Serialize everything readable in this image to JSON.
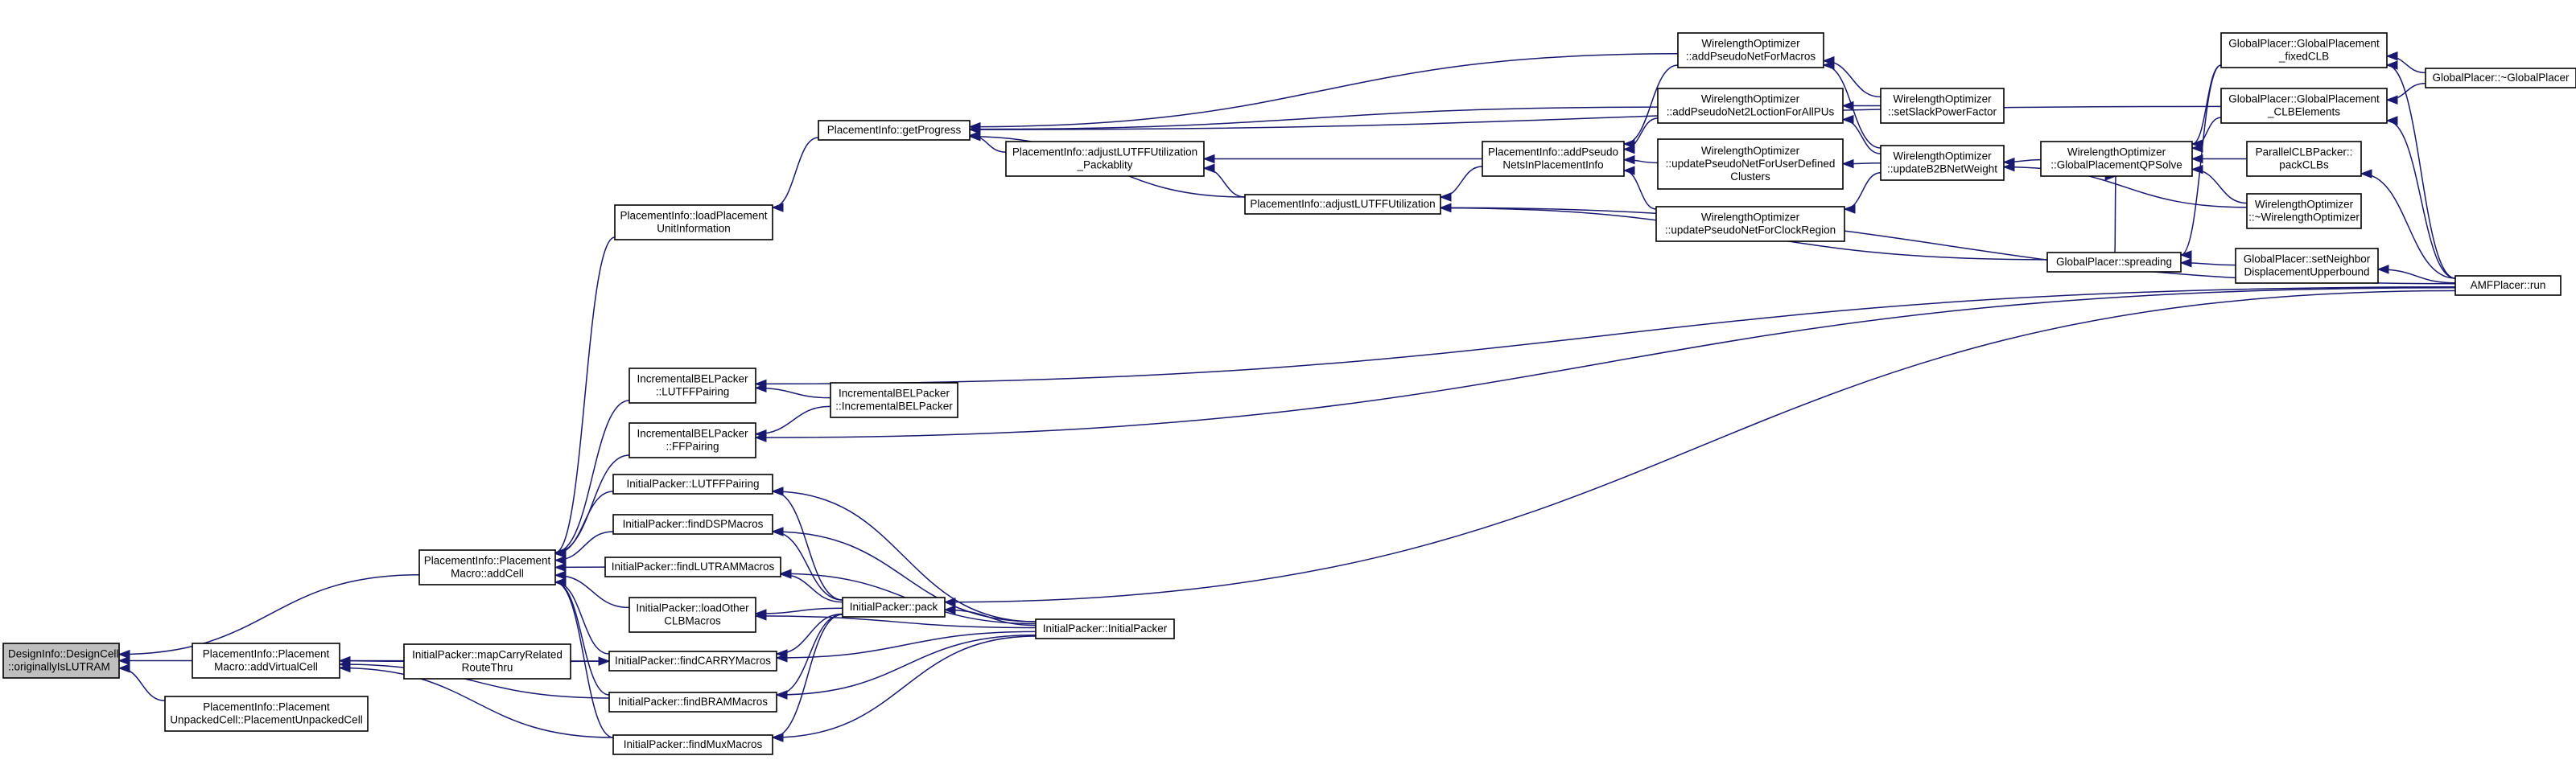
{
  "graph": {
    "title": "",
    "colors": {
      "edge": "#191970",
      "node_border": "#000000",
      "node_fill": "#ffffff",
      "root_fill": "#bfbfbf"
    },
    "nodes": [
      {
        "id": "n_root",
        "lines": [
          "DesignInfo::DesignCell",
          "::originallyIsLUTRAM"
        ],
        "root": true
      },
      {
        "id": "n_addVirtualCell",
        "lines": [
          "PlacementInfo::Placement",
          "Macro::addVirtualCell"
        ]
      },
      {
        "id": "n_unpackedCell",
        "lines": [
          "PlacementInfo::Placement",
          "UnpackedCell::PlacementUnpackedCell"
        ]
      },
      {
        "id": "n_addCell",
        "lines": [
          "PlacementInfo::Placement",
          "Macro::addCell"
        ]
      },
      {
        "id": "n_mapCarry",
        "lines": [
          "InitialPacker::mapCarryRelated",
          "RouteThru"
        ]
      },
      {
        "id": "n_loadPlacement",
        "lines": [
          "PlacementInfo::loadPlacement",
          "UnitInformation"
        ]
      },
      {
        "id": "n_lutffPairingInc",
        "lines": [
          "IncrementalBELPacker",
          "::LUTFFPairing"
        ]
      },
      {
        "id": "n_ffPairing",
        "lines": [
          "IncrementalBELPacker",
          "::FFPairing"
        ]
      },
      {
        "id": "n_lutffPairingInit",
        "lines": [
          "InitialPacker::LUTFFPairing"
        ]
      },
      {
        "id": "n_findDSP",
        "lines": [
          "InitialPacker::findDSPMacros"
        ]
      },
      {
        "id": "n_findLUTRAM",
        "lines": [
          "InitialPacker::findLUTRAMMacros"
        ]
      },
      {
        "id": "n_loadOther",
        "lines": [
          "InitialPacker::loadOther",
          "CLBMacros"
        ]
      },
      {
        "id": "n_findCARRY",
        "lines": [
          "InitialPacker::findCARRYMacros"
        ]
      },
      {
        "id": "n_findBRAM",
        "lines": [
          "InitialPacker::findBRAMMacros"
        ]
      },
      {
        "id": "n_findMux",
        "lines": [
          "InitialPacker::findMuxMacros"
        ]
      },
      {
        "id": "n_incBELPacker",
        "lines": [
          "IncrementalBELPacker",
          "::IncrementalBELPacker"
        ]
      },
      {
        "id": "n_pack",
        "lines": [
          "InitialPacker::pack"
        ]
      },
      {
        "id": "n_initPacker",
        "lines": [
          "InitialPacker::InitialPacker"
        ]
      },
      {
        "id": "n_getProgress",
        "lines": [
          "PlacementInfo::getProgress"
        ]
      },
      {
        "id": "n_adjustPack",
        "lines": [
          "PlacementInfo::adjustLUTFFUtilization",
          "_Packablity"
        ]
      },
      {
        "id": "n_adjust",
        "lines": [
          "PlacementInfo::adjustLUTFFUtilization"
        ]
      },
      {
        "id": "n_addPseudoNets",
        "lines": [
          "PlacementInfo::addPseudo",
          "NetsInPlacementInfo"
        ]
      },
      {
        "id": "n_wlMacros",
        "lines": [
          "WirelengthOptimizer",
          "::addPseudoNetForMacros"
        ]
      },
      {
        "id": "n_wlIPUs",
        "lines": [
          "WirelengthOptimizer",
          "::addPseudoNet2LoctionForAllPUs"
        ]
      },
      {
        "id": "n_wlUserDef",
        "lines": [
          "WirelengthOptimizer",
          "::updatePseudoNetForUserDefined",
          "Clusters"
        ]
      },
      {
        "id": "n_wlClock",
        "lines": [
          "WirelengthOptimizer",
          "::updatePseudoNetForClockRegion"
        ]
      },
      {
        "id": "n_wlSlack",
        "lines": [
          "WirelengthOptimizer",
          "::setSlackPowerFactor"
        ]
      },
      {
        "id": "n_wlB2B",
        "lines": [
          "WirelengthOptimizer",
          "::updateB2BNetWeight"
        ]
      },
      {
        "id": "n_wlQP",
        "lines": [
          "WirelengthOptimizer",
          "::GlobalPlacementQPSolve"
        ]
      },
      {
        "id": "n_spreading",
        "lines": [
          "GlobalPlacer::spreading"
        ]
      },
      {
        "id": "n_setNeighbor",
        "lines": [
          "GlobalPlacer::setNeighbor",
          "DisplacementUpperbound"
        ]
      },
      {
        "id": "n_fixedCLB",
        "lines": [
          "GlobalPlacer::GlobalPlacement",
          "_fixedCLB"
        ]
      },
      {
        "id": "n_clbElements",
        "lines": [
          "GlobalPlacer::GlobalPlacement",
          "_CLBElements"
        ]
      },
      {
        "id": "n_parallelCLB",
        "lines": [
          "ParallelCLBPacker::",
          "packCLBs"
        ]
      },
      {
        "id": "n_wlDtor",
        "lines": [
          "WirelengthOptimizer",
          "::~WirelengthOptimizer"
        ]
      },
      {
        "id": "n_gpDtor",
        "lines": [
          "GlobalPlacer::~GlobalPlacer"
        ]
      },
      {
        "id": "n_amfRun",
        "lines": [
          "AMFPlacer::run"
        ]
      }
    ]
  }
}
